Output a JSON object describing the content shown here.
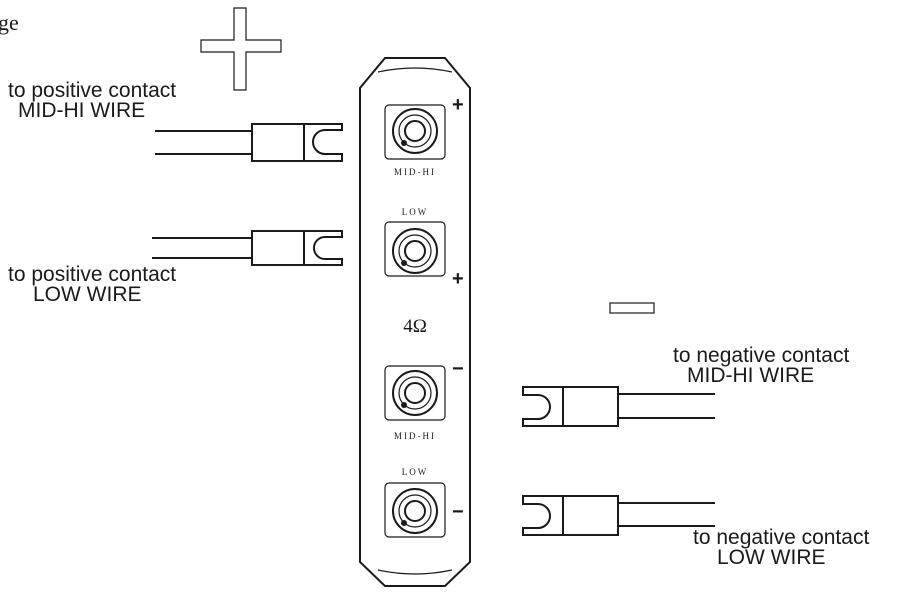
{
  "corner_text": "ge",
  "polarity": {
    "plus": "+",
    "minus": "−"
  },
  "panel": {
    "terminals": [
      {
        "top_label": "",
        "bottom_label": "MID-HI",
        "sign": "+"
      },
      {
        "top_label": "LOW",
        "bottom_label": "",
        "sign": "+"
      },
      {
        "top_label": "",
        "bottom_label": "MID-HI",
        "sign": "−"
      },
      {
        "top_label": "LOW",
        "bottom_label": "",
        "sign": "−"
      }
    ],
    "impedance": "4Ω"
  },
  "callouts": {
    "pos_midhi": {
      "line1": "to positive contact",
      "line2": "MID-HI WIRE"
    },
    "pos_low": {
      "line1": "to positive contact",
      "line2": "LOW WIRE"
    },
    "neg_midhi": {
      "line1": "to negative contact",
      "line2": "MID-HI WIRE"
    },
    "neg_low": {
      "line1": "to negative contact",
      "line2": "LOW WIRE"
    }
  },
  "colors": {
    "ink": "#1a1a1a",
    "background": "#ffffff"
  }
}
